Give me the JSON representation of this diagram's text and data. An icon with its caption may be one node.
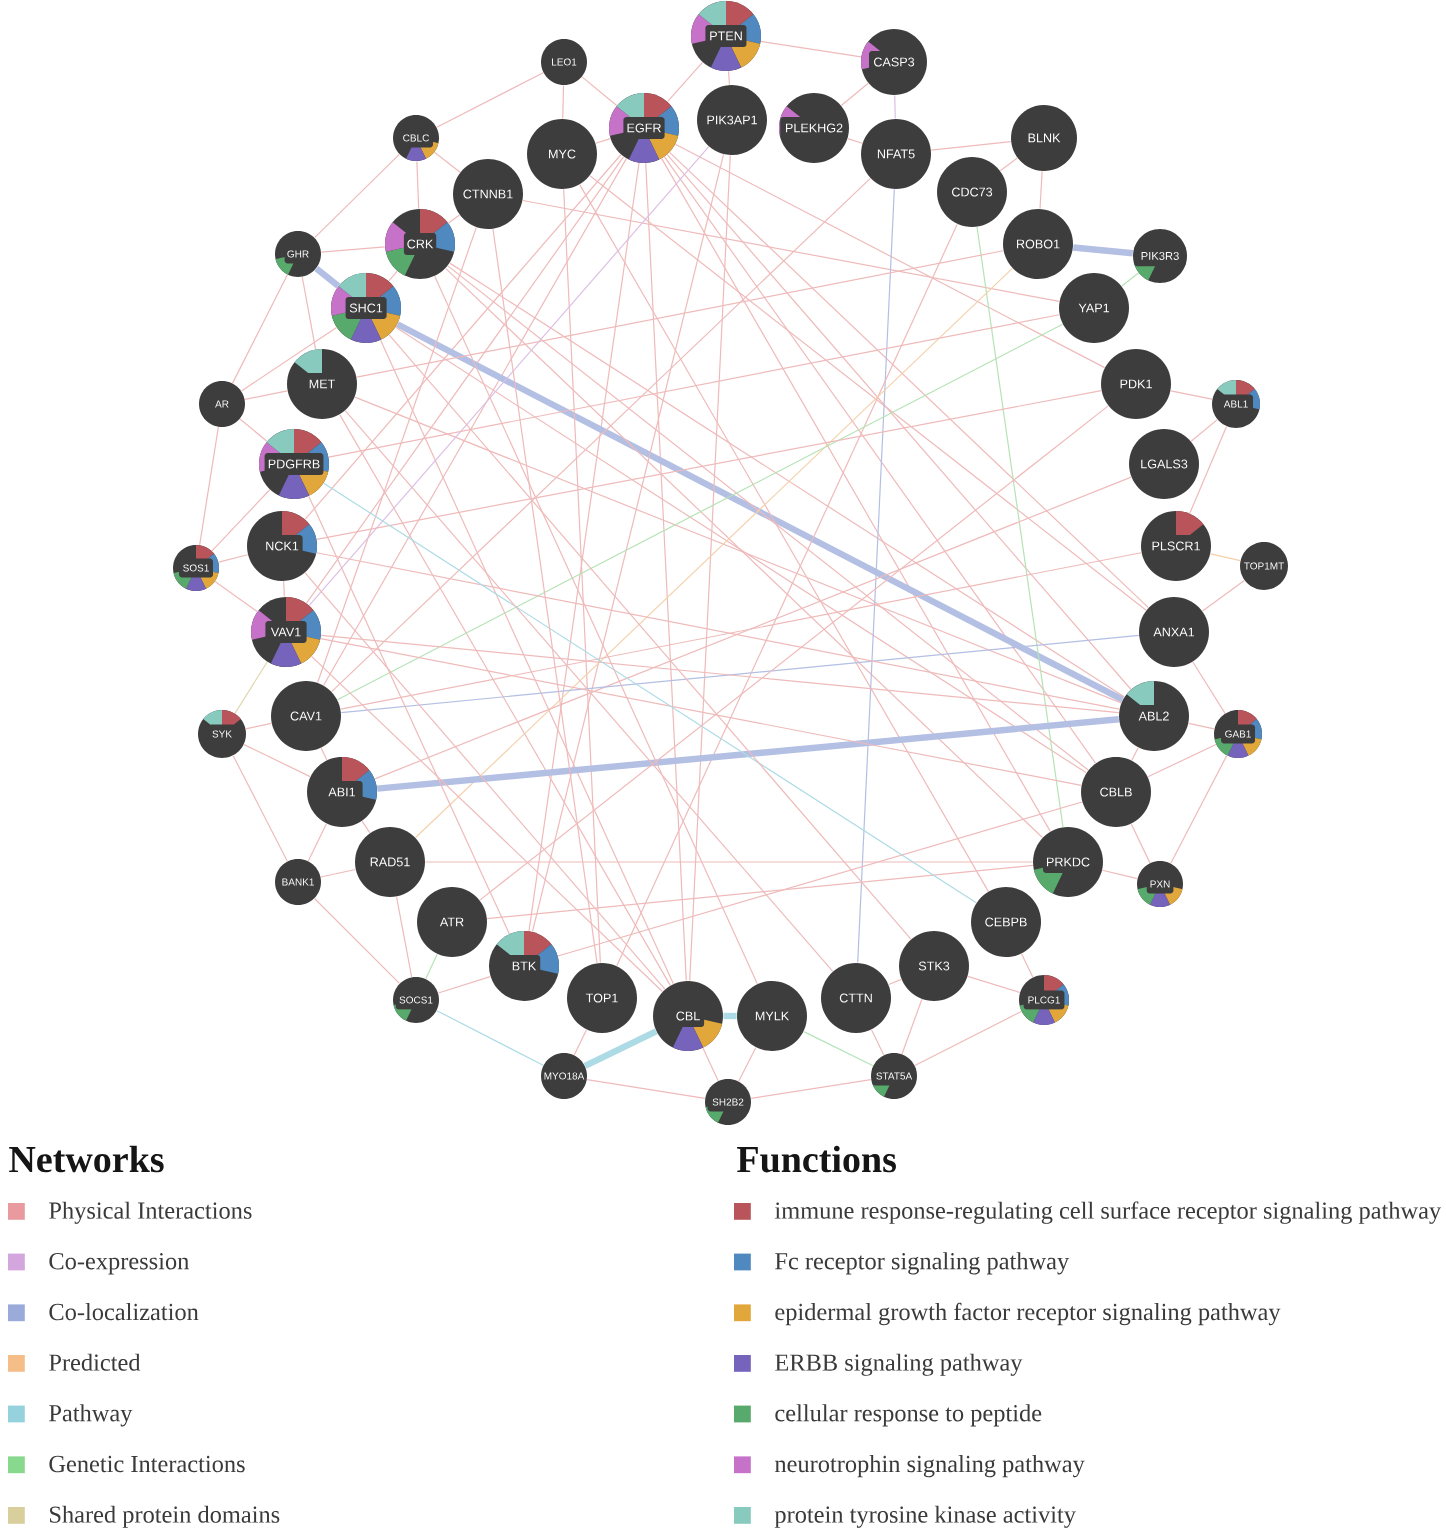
{
  "diagram": {
    "nodes": [
      {
        "text": [
          "LEO1"
        ]
      },
      {
        "text": [
          "PTEN"
        ]
      },
      {
        "text": [
          "CASP3"
        ]
      },
      {
        "text": [
          "CBLC"
        ]
      },
      {
        "text": [
          "MYC"
        ]
      },
      {
        "text": [
          "EGFR"
        ]
      },
      {
        "text": [
          "PIK3AP1"
        ]
      },
      {
        "text": [
          "PLEKHG2"
        ]
      },
      {
        "text": [
          "NFAT5"
        ]
      },
      {
        "text": [
          "BLNK"
        ]
      },
      {
        "text": [
          "GHR"
        ]
      },
      {
        "text": [
          "CRK"
        ]
      },
      {
        "text": [
          "CTNNB1"
        ]
      },
      {
        "text": [
          "CDC73"
        ]
      },
      {
        "text": [
          "ROBO1"
        ]
      },
      {
        "text": [
          "PIK3R3"
        ]
      },
      {
        "text": [
          "SHC1"
        ]
      },
      {
        "text": [
          "YAP1"
        ]
      },
      {
        "text": [
          "AR"
        ]
      },
      {
        "text": [
          "MET"
        ]
      },
      {
        "text": [
          "PDK1"
        ]
      },
      {
        "text": [
          "ABL1"
        ]
      },
      {
        "text": [
          "PDGFRB"
        ]
      },
      {
        "text": [
          "LGALS3"
        ]
      },
      {
        "text": [
          "SOS1"
        ]
      },
      {
        "text": [
          "NCK1"
        ]
      },
      {
        "text": [
          "PLSCR1"
        ]
      },
      {
        "text": [
          "TOP1MT"
        ]
      },
      {
        "text": [
          "VAV1"
        ]
      },
      {
        "text": [
          "ANXA1"
        ]
      },
      {
        "text": [
          "SYK"
        ]
      },
      {
        "text": [
          "CAV1"
        ]
      },
      {
        "text": [
          "ABL2"
        ]
      },
      {
        "text": [
          "GAB1"
        ]
      },
      {
        "text": [
          "ABI1"
        ]
      },
      {
        "text": [
          "CBLB"
        ]
      },
      {
        "text": [
          "BANK1"
        ]
      },
      {
        "text": [
          "RAD51"
        ]
      },
      {
        "text": [
          "PRKDC"
        ]
      },
      {
        "text": [
          "PXN"
        ]
      },
      {
        "text": [
          "ATR"
        ]
      },
      {
        "text": [
          "CEBPB"
        ]
      },
      {
        "text": [
          "BTK"
        ]
      },
      {
        "text": [
          "STK3"
        ]
      },
      {
        "text": [
          "SOCS1"
        ]
      },
      {
        "text": [
          "TOP1"
        ]
      },
      {
        "text": [
          "CBL"
        ]
      },
      {
        "text": [
          "MYLK"
        ]
      },
      {
        "text": [
          "CTTN"
        ]
      },
      {
        "text": [
          "PLCG1"
        ]
      },
      {
        "text": [
          "MYO18A"
        ]
      },
      {
        "text": [
          "STAT5A"
        ]
      },
      {
        "text": [
          "SH2B2"
        ]
      }
    ],
    "edges": [
      {
        "from": 0,
        "to": 4,
        "arrow": "none"
      },
      {
        "from": 0,
        "to": 5,
        "arrow": "none"
      },
      {
        "from": 1,
        "to": 5,
        "arrow": "none"
      },
      {
        "from": 1,
        "to": 6,
        "arrow": "none"
      },
      {
        "from": 1,
        "to": 2,
        "arrow": "none"
      },
      {
        "from": 2,
        "to": 7,
        "arrow": "none"
      },
      {
        "from": 2,
        "to": 8,
        "arrow": "none",
        "color": "#dcbfe4"
      },
      {
        "from": 9,
        "to": 8,
        "arrow": "none"
      },
      {
        "from": 9,
        "to": 13,
        "arrow": "none"
      },
      {
        "from": 9,
        "to": 14,
        "arrow": "none"
      },
      {
        "from": 15,
        "to": 14,
        "arrow": "none",
        "style": "thick",
        "color": "#b3bfe3"
      },
      {
        "from": 15,
        "to": 17,
        "arrow": "none",
        "color": "#b5e3b5"
      },
      {
        "from": 21,
        "to": 20,
        "arrow": "none"
      },
      {
        "from": 21,
        "to": 23,
        "arrow": "none"
      },
      {
        "from": 21,
        "to": 26,
        "arrow": "none"
      },
      {
        "from": 27,
        "to": 26,
        "arrow": "none",
        "color": "#f4d0aa"
      },
      {
        "from": 27,
        "to": 29,
        "arrow": "none"
      },
      {
        "from": 33,
        "to": 32,
        "arrow": "none"
      },
      {
        "from": 33,
        "to": 35,
        "arrow": "none"
      },
      {
        "from": 33,
        "to": 29,
        "arrow": "none"
      },
      {
        "from": 39,
        "to": 38,
        "arrow": "none"
      },
      {
        "from": 39,
        "to": 35,
        "arrow": "none"
      },
      {
        "from": 39,
        "to": 33,
        "arrow": "none"
      },
      {
        "from": 49,
        "to": 41,
        "arrow": "none"
      },
      {
        "from": 49,
        "to": 43,
        "arrow": "none"
      },
      {
        "from": 51,
        "to": 48,
        "arrow": "none"
      },
      {
        "from": 51,
        "to": 43,
        "arrow": "none"
      },
      {
        "from": 51,
        "to": 47,
        "arrow": "none",
        "color": "#b5e3b5"
      },
      {
        "from": 51,
        "to": 49,
        "arrow": "none"
      },
      {
        "from": 52,
        "to": 46,
        "arrow": "none"
      },
      {
        "from": 52,
        "to": 47,
        "arrow": "none"
      },
      {
        "from": 52,
        "to": 51,
        "arrow": "none"
      },
      {
        "from": 50,
        "to": 45,
        "arrow": "none"
      },
      {
        "from": 50,
        "to": 46,
        "arrow": "none",
        "style": "thick",
        "color": "#acdbe5"
      },
      {
        "from": 50,
        "to": 52,
        "arrow": "none"
      },
      {
        "from": 44,
        "to": 40,
        "arrow": "none",
        "color": "#b5e3b5"
      },
      {
        "from": 44,
        "to": 37,
        "arrow": "none"
      },
      {
        "from": 44,
        "to": 42,
        "arrow": "none"
      },
      {
        "from": 44,
        "to": 50,
        "arrow": "none",
        "color": "#acdbe5"
      },
      {
        "from": 36,
        "to": 34,
        "arrow": "none"
      },
      {
        "from": 36,
        "to": 37,
        "arrow": "none"
      },
      {
        "from": 36,
        "to": 44,
        "arrow": "none"
      },
      {
        "from": 30,
        "to": 31,
        "arrow": "none"
      },
      {
        "from": 30,
        "to": 34,
        "arrow": "none"
      },
      {
        "from": 30,
        "to": 28,
        "arrow": "none",
        "color": "#e0d8ad"
      },
      {
        "from": 30,
        "to": 36,
        "arrow": "none"
      },
      {
        "from": 24,
        "to": 25,
        "arrow": "none"
      },
      {
        "from": 24,
        "to": 28,
        "arrow": "none"
      },
      {
        "from": 24,
        "to": 22,
        "arrow": "none"
      },
      {
        "from": 24,
        "to": 18,
        "arrow": "none"
      },
      {
        "from": 18,
        "to": 19,
        "arrow": "none"
      },
      {
        "from": 18,
        "to": 22,
        "arrow": "none"
      },
      {
        "from": 18,
        "to": 16,
        "arrow": "none"
      },
      {
        "from": 10,
        "to": 16,
        "arrow": "none",
        "style": "thick",
        "color": "#b3bfe3"
      },
      {
        "from": 10,
        "to": 11,
        "arrow": "none"
      },
      {
        "from": 10,
        "to": 19,
        "arrow": "none"
      },
      {
        "from": 10,
        "to": 18,
        "arrow": "none"
      },
      {
        "from": 3,
        "to": 11,
        "arrow": "none"
      },
      {
        "from": 3,
        "to": 12,
        "arrow": "none"
      },
      {
        "from": 3,
        "to": 10,
        "arrow": "none"
      },
      {
        "from": 3,
        "to": 0,
        "arrow": "none"
      },
      {
        "from": 4,
        "to": 5,
        "arrow": "none"
      },
      {
        "from": 16,
        "to": 11,
        "arrow": "none"
      },
      {
        "from": 34,
        "to": 31,
        "arrow": "none"
      },
      {
        "from": 28,
        "to": 25,
        "arrow": "none"
      },
      {
        "from": 46,
        "to": 47,
        "arrow": "none",
        "style": "thick",
        "color": "#acdbe5"
      },
      {
        "from": 48,
        "to": 43,
        "arrow": "none"
      },
      {
        "from": 32,
        "to": 35,
        "arrow": "none"
      },
      {
        "from": 7,
        "to": 8,
        "arrow": "none"
      },
      {
        "from": 37,
        "to": 34,
        "arrow": "none"
      },
      {
        "from": 12,
        "to": 11,
        "arrow": "none"
      },
      {
        "from": 5,
        "to": 46,
        "arrow": "none"
      },
      {
        "from": 5,
        "to": 32,
        "arrow": "none"
      },
      {
        "from": 5,
        "to": 31,
        "arrow": "none"
      },
      {
        "from": 5,
        "to": 35,
        "arrow": "none"
      },
      {
        "from": 5,
        "to": 20,
        "arrow": "none"
      },
      {
        "from": 5,
        "to": 29,
        "arrow": "none"
      },
      {
        "from": 5,
        "to": 38,
        "arrow": "none"
      },
      {
        "from": 5,
        "to": 28,
        "arrow": "none"
      },
      {
        "from": 5,
        "to": 25,
        "arrow": "none"
      },
      {
        "from": 5,
        "to": 42,
        "arrow": "none"
      },
      {
        "from": 16,
        "to": 32,
        "arrow": "none",
        "style": "thick",
        "color": "#b3bfe3"
      },
      {
        "from": 16,
        "to": 46,
        "arrow": "none"
      },
      {
        "from": 16,
        "to": 35,
        "arrow": "none"
      },
      {
        "from": 19,
        "to": 46,
        "arrow": "none"
      },
      {
        "from": 19,
        "to": 32,
        "arrow": "none"
      },
      {
        "from": 11,
        "to": 32,
        "arrow": "none"
      },
      {
        "from": 11,
        "to": 35,
        "arrow": "none"
      },
      {
        "from": 11,
        "to": 38,
        "arrow": "none"
      },
      {
        "from": 12,
        "to": 17,
        "arrow": "none"
      },
      {
        "from": 12,
        "to": 31,
        "arrow": "none"
      },
      {
        "from": 4,
        "to": 29,
        "arrow": "none"
      },
      {
        "from": 4,
        "to": 41,
        "arrow": "none"
      },
      {
        "from": 4,
        "to": 45,
        "arrow": "none"
      },
      {
        "from": 6,
        "to": 46,
        "arrow": "none"
      },
      {
        "from": 6,
        "to": 42,
        "arrow": "none"
      },
      {
        "from": 6,
        "to": 28,
        "arrow": "none",
        "color": "#dcbfe4"
      },
      {
        "from": 8,
        "to": 48,
        "arrow": "none",
        "color": "#b3bfe3"
      },
      {
        "from": 8,
        "to": 31,
        "arrow": "none"
      },
      {
        "from": 13,
        "to": 38,
        "arrow": "none",
        "color": "#b5e3b5"
      },
      {
        "from": 13,
        "to": 45,
        "arrow": "none"
      },
      {
        "from": 14,
        "to": 37,
        "arrow": "none",
        "color": "#f4d0aa"
      },
      {
        "from": 14,
        "to": 19,
        "arrow": "none"
      },
      {
        "from": 17,
        "to": 31,
        "arrow": "none",
        "color": "#b5e3b5"
      },
      {
        "from": 17,
        "to": 22,
        "arrow": "none"
      },
      {
        "from": 20,
        "to": 25,
        "arrow": "none"
      },
      {
        "from": 23,
        "to": 34,
        "arrow": "none"
      },
      {
        "from": 26,
        "to": 31,
        "arrow": "none"
      },
      {
        "from": 29,
        "to": 31,
        "arrow": "none",
        "color": "#b3bfe3"
      },
      {
        "from": 32,
        "to": 34,
        "arrow": "none",
        "style": "thick",
        "color": "#b3bfe3"
      },
      {
        "from": 32,
        "to": 25,
        "arrow": "none"
      },
      {
        "from": 32,
        "to": 28,
        "arrow": "none"
      },
      {
        "from": 35,
        "to": 42,
        "arrow": "none"
      },
      {
        "from": 35,
        "to": 28,
        "arrow": "none"
      },
      {
        "from": 38,
        "to": 40,
        "arrow": "none"
      },
      {
        "from": 38,
        "to": 37,
        "arrow": "none"
      },
      {
        "from": 41,
        "to": 22,
        "arrow": "none",
        "color": "#acdbe5"
      },
      {
        "from": 43,
        "to": 16,
        "arrow": "none"
      },
      {
        "from": 48,
        "to": 19,
        "arrow": "none"
      },
      {
        "from": 47,
        "to": 11,
        "arrow": "none"
      },
      {
        "from": 46,
        "to": 28,
        "arrow": "none"
      },
      {
        "from": 46,
        "to": 25,
        "arrow": "none"
      },
      {
        "from": 45,
        "to": 12,
        "arrow": "none"
      },
      {
        "from": 42,
        "to": 22,
        "arrow": "none"
      },
      {
        "from": 40,
        "to": 20,
        "arrow": "none"
      }
    ],
    "labels": [
      "Networks",
      "Functions"
    ],
    "legend": [
      {
        "text": "Physical Interactions",
        "color": "#e99a9e"
      },
      {
        "text": "Co-expression",
        "color": "#d3a7dd"
      },
      {
        "text": "Co-localization",
        "color": "#9babd9"
      },
      {
        "text": "Predicted",
        "color": "#f5bd88"
      },
      {
        "text": "Pathway",
        "color": "#96d2de"
      },
      {
        "text": "Genetic Interactions",
        "color": "#88d88e"
      },
      {
        "text": "Shared protein domains",
        "color": "#d9cf9c"
      },
      {
        "text": "immune response-regulating cell surface receptor signaling pathway",
        "color": "#b9555a"
      },
      {
        "text": "Fc receptor signaling pathway",
        "color": "#4f89bf"
      },
      {
        "text": "epidermal growth factor receptor signaling pathway",
        "color": "#e1a73b"
      },
      {
        "text": "ERBB signaling pathway",
        "color": "#7563bc"
      },
      {
        "text": "cellular response to peptide",
        "color": "#58a96c"
      },
      {
        "text": "neurotrophin signaling pathway",
        "color": "#c772c9"
      },
      {
        "text": "protein tyrosine kinase activity",
        "color": "#88cbbe"
      }
    ]
  }
}
